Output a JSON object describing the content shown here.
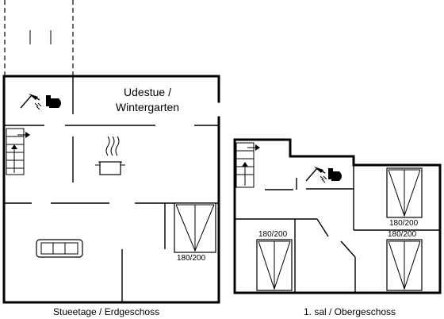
{
  "ground_floor": {
    "label": "Stueetage / Erdgeschoss",
    "room_line1": "Udestue /",
    "room_line2": "Wintergarten",
    "bed_size": "180/200",
    "icons": [
      "shower-icon",
      "toilet-icon",
      "cooking-pot-icon",
      "sofa-icon",
      "double-bed-icon",
      "staircase-icon"
    ]
  },
  "first_floor": {
    "label": "1. sal / Obergeschoss",
    "bed_sizes": [
      "180/200",
      "180/200",
      "180/200"
    ],
    "icons": [
      "shower-icon",
      "toilet-icon",
      "double-bed-icon",
      "staircase-icon"
    ]
  }
}
